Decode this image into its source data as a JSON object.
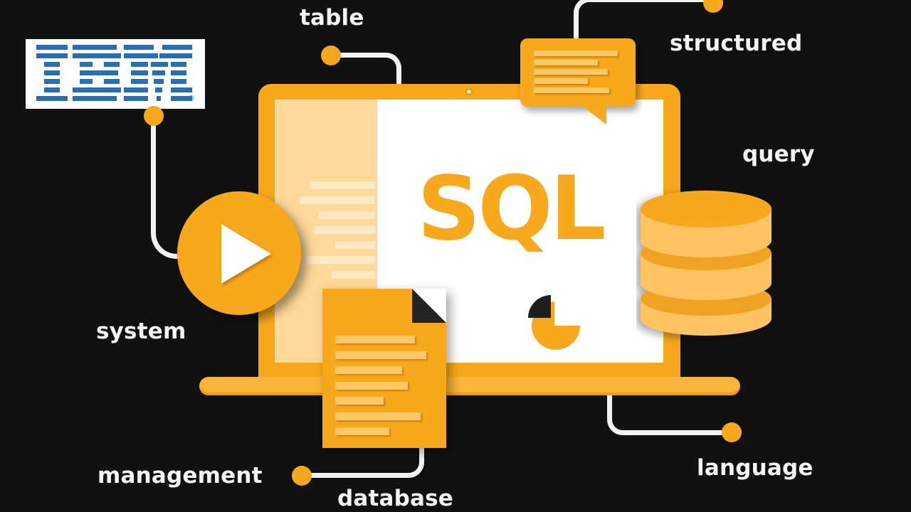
{
  "logo": {
    "text": "IBM",
    "registered_mark": "®",
    "color": "#1f70c1"
  },
  "illustration": {
    "title": "SQL",
    "accent_color": "#f7a81b",
    "light_color": "#ffc766",
    "background_color": "#111111",
    "icons": [
      "play-icon",
      "document-icon",
      "chat-bubble-icon",
      "database-icon",
      "pie-chart-icon",
      "laptop-icon"
    ]
  },
  "labels": {
    "table": "table",
    "structured": "structured",
    "query": "query",
    "system": "system",
    "management": "management",
    "database": "database",
    "language": "language"
  }
}
